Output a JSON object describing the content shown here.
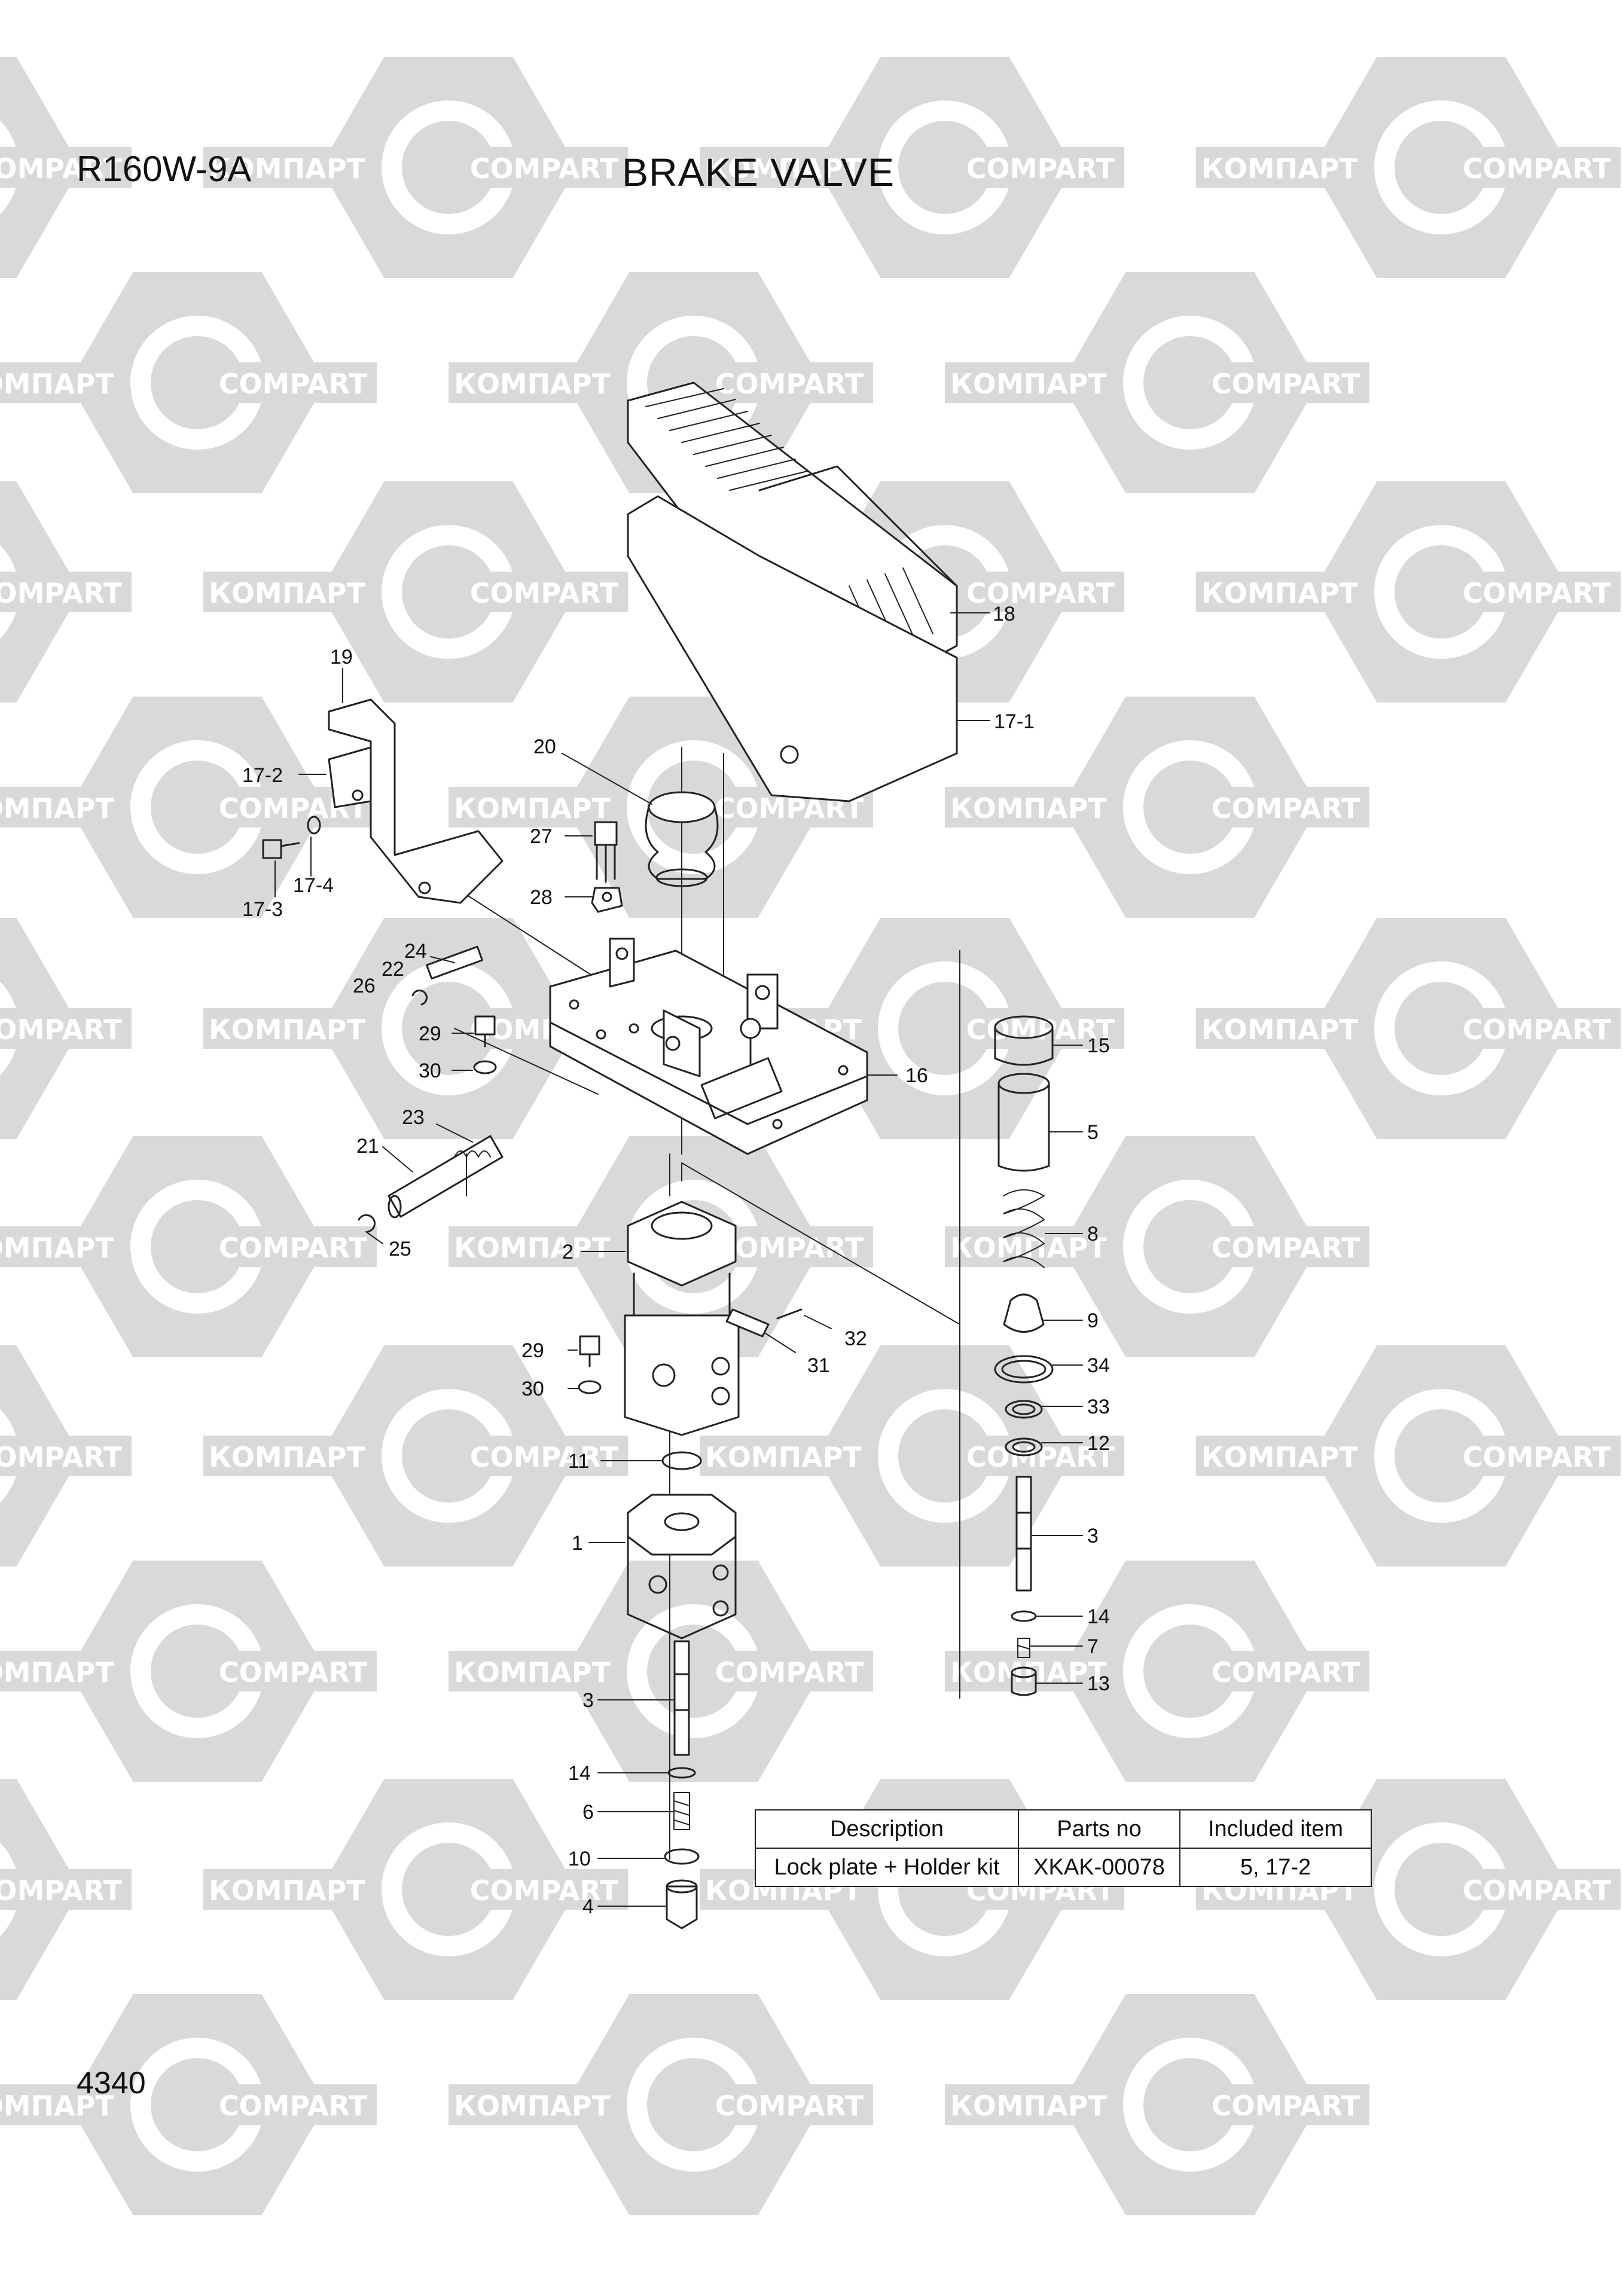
{
  "header": {
    "model": "R160W-9A",
    "title": "BRAKE VALVE"
  },
  "page_number": "4340",
  "watermark": {
    "text_ru": "КОМПАРТ",
    "text_en": "COMPART",
    "color": "#d9d9d9"
  },
  "callouts": [
    "18",
    "17-1",
    "19",
    "17-2",
    "17-3",
    "17-4",
    "20",
    "27",
    "28",
    "24",
    "22",
    "26",
    "29",
    "30",
    "16",
    "23",
    "21",
    "25",
    "2",
    "29",
    "30",
    "11",
    "31",
    "32",
    "1",
    "3",
    "14",
    "6",
    "10",
    "4",
    "15",
    "5",
    "8",
    "9",
    "34",
    "33",
    "12",
    "3",
    "14",
    "7",
    "13"
  ],
  "kit_table": {
    "headers": [
      "Description",
      "Parts no",
      "Included item"
    ],
    "rows": [
      [
        "Lock plate + Holder kit",
        "XKAK-00078",
        "5, 17-2"
      ]
    ]
  }
}
